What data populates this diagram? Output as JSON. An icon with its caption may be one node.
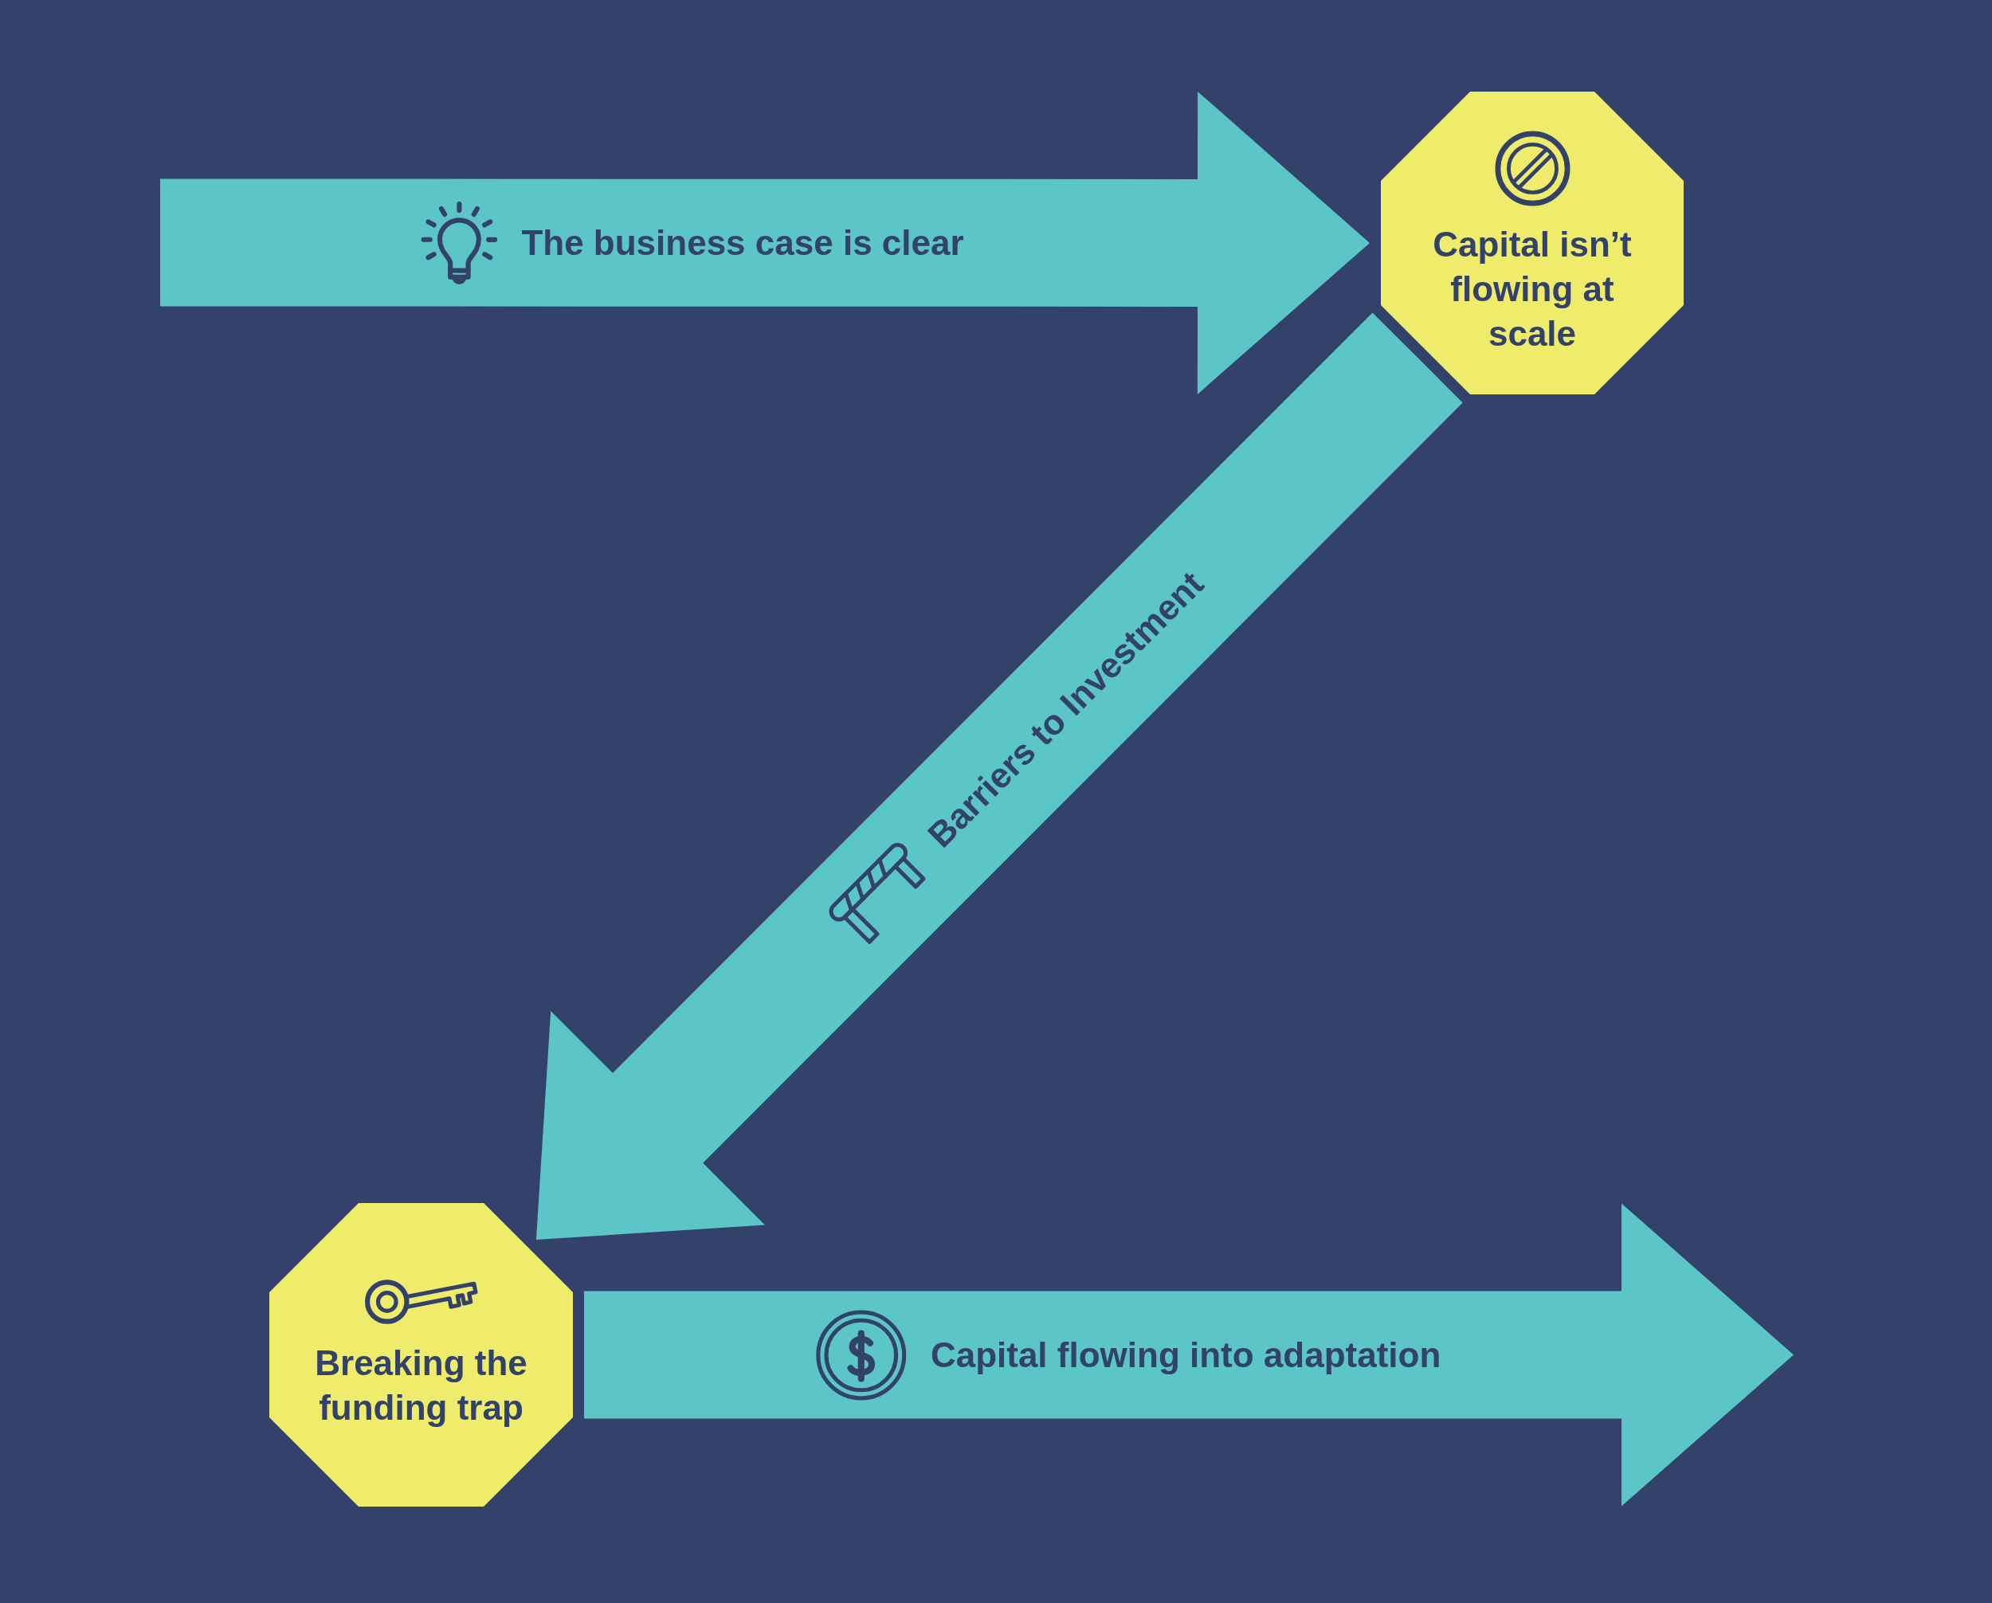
{
  "diagram": {
    "nodes": [
      {
        "text": [
          "Capital isn’t flowing at scale"
        ]
      },
      {
        "text": [
          "Breaking the funding trap"
        ]
      }
    ],
    "edges": [
      {
        "from": null,
        "to": 0,
        "arrow": "to",
        "label": "The business case is clear"
      },
      {
        "from": 0,
        "to": 1,
        "arrow": "to",
        "label": "Barriers to Investment"
      },
      {
        "from": 1,
        "to": null,
        "arrow": "to",
        "label": "Capital flowing into adaptation"
      }
    ]
  }
}
